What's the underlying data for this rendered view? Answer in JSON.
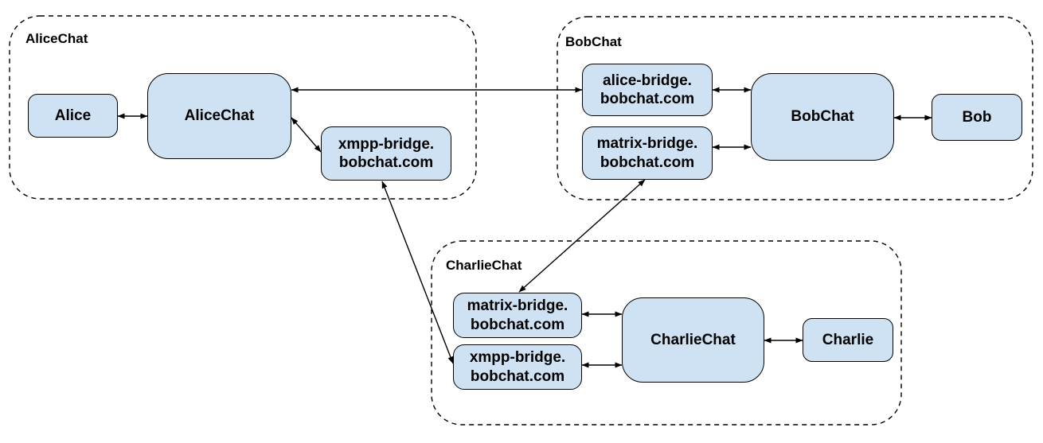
{
  "diagram": {
    "colors": {
      "background": "#ffffff",
      "node_fill": "#cfe2f3",
      "node_border": "#000000",
      "container_border": "#000000",
      "arrow": "#000000",
      "text": "#000000"
    },
    "containers": {
      "alicechat": {
        "label": "AliceChat"
      },
      "bobchat": {
        "label": "BobChat"
      },
      "charliechat": {
        "label": "CharlieChat"
      }
    },
    "nodes": {
      "alice": {
        "label": "Alice"
      },
      "alicechat_server": {
        "label": "AliceChat"
      },
      "alice_xmpp_bridge": {
        "label": "xmpp-bridge.\nbobchat.com"
      },
      "bobchat_alice_bridge": {
        "label": "alice-bridge.\nbobchat.com"
      },
      "bobchat_matrix_bridge": {
        "label": "matrix-bridge.\nbobchat.com"
      },
      "bobchat_server": {
        "label": "BobChat"
      },
      "bob": {
        "label": "Bob"
      },
      "charliechat_matrix_bridge": {
        "label": "matrix-bridge.\nbobchat.com"
      },
      "charliechat_xmpp_bridge": {
        "label": "xmpp-bridge.\nbobchat.com"
      },
      "charliechat_server": {
        "label": "CharlieChat"
      },
      "charlie": {
        "label": "Charlie"
      }
    },
    "connections": [
      {
        "from": "Alice",
        "to": "AliceChat (server)",
        "direction": "both"
      },
      {
        "from": "AliceChat (server)",
        "to": "alice-bridge.bobchat.com (BobChat)",
        "direction": "both"
      },
      {
        "from": "AliceChat (server)",
        "to": "xmpp-bridge.bobchat.com (AliceChat)",
        "direction": "both"
      },
      {
        "from": "xmpp-bridge.bobchat.com (AliceChat)",
        "to": "xmpp-bridge.bobchat.com (CharlieChat)",
        "direction": "both"
      },
      {
        "from": "alice-bridge.bobchat.com (BobChat)",
        "to": "BobChat (server)",
        "direction": "both"
      },
      {
        "from": "matrix-bridge.bobchat.com (BobChat)",
        "to": "BobChat (server)",
        "direction": "both"
      },
      {
        "from": "BobChat (server)",
        "to": "Bob",
        "direction": "both"
      },
      {
        "from": "matrix-bridge.bobchat.com (BobChat)",
        "to": "matrix-bridge.bobchat.com (CharlieChat)",
        "direction": "both"
      },
      {
        "from": "matrix-bridge.bobchat.com (CharlieChat)",
        "to": "CharlieChat (server)",
        "direction": "both"
      },
      {
        "from": "xmpp-bridge.bobchat.com (CharlieChat)",
        "to": "CharlieChat (server)",
        "direction": "both"
      },
      {
        "from": "CharlieChat (server)",
        "to": "Charlie",
        "direction": "both"
      }
    ]
  }
}
